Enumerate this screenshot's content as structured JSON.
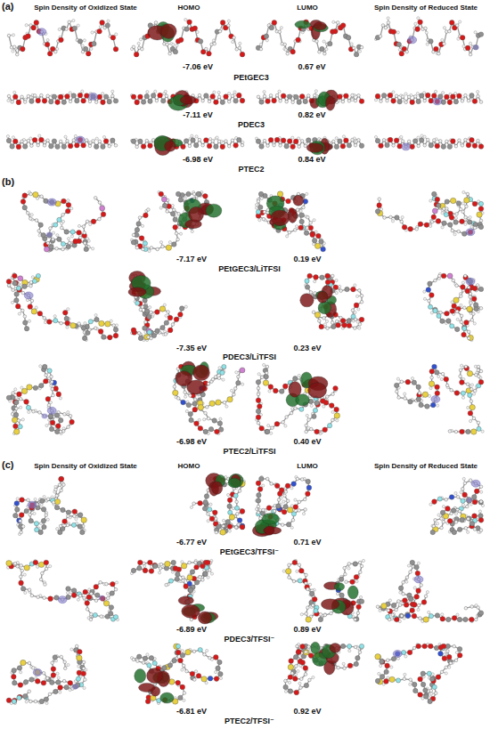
{
  "diagram": {
    "labels": [
      "(a)",
      "Spin Density of Oxidized State",
      "HOMO",
      "LUMO",
      "Spin Density of Reduced State",
      "-7.06 eV",
      "0.67 eV",
      "PEtGEC3",
      "-7.11 eV",
      "0.82 eV",
      "PDEC3",
      "-6.98 eV",
      "0.84 eV",
      "PTEC2",
      "(b)",
      "-7.17 eV",
      "0.19 eV",
      "PEtGEC3/LiTFSI",
      "-7.35 eV",
      "0.23 eV",
      "PDEC3/LiTFSI",
      "-6.98 eV",
      "0.40 eV",
      "PTEC2/LiTFSI",
      "(c)",
      "Spin Density of Oxidized State",
      "HOMO",
      "LUMO",
      "Spin Density of Reduced State",
      "-6.77 eV",
      "0.71 eV",
      "PEtGEC3/TFSI⁻",
      "-6.89 eV",
      "0.89 eV",
      "PDEC3/TFSI⁻",
      "-6.81 eV",
      "0.92 eV",
      "PTEC2/TFSI⁻"
    ]
  }
}
